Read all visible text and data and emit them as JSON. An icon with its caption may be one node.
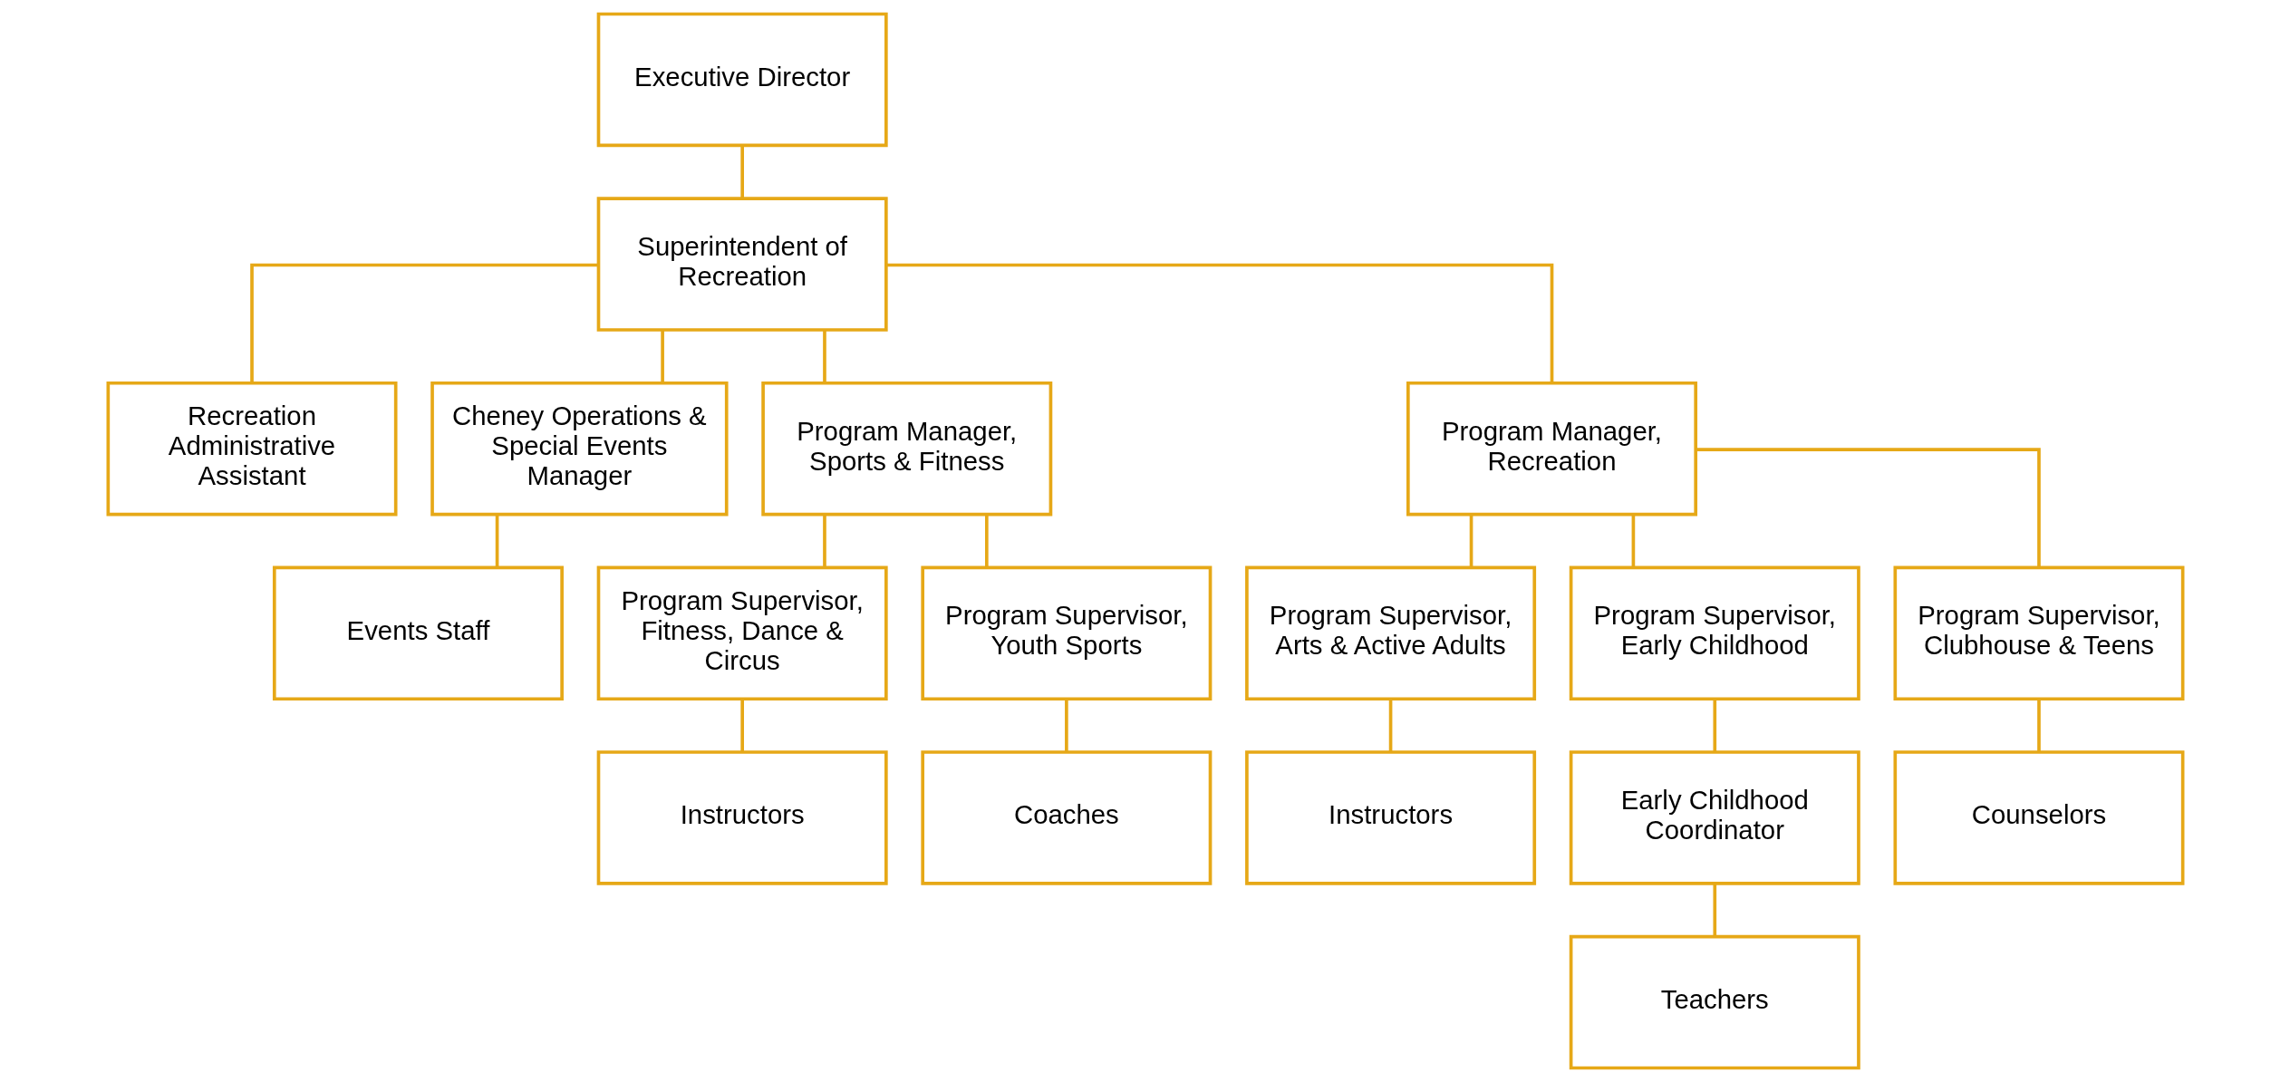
{
  "diagram": {
    "nodes": [
      {
        "text": [
          "Executive Director"
        ]
      },
      {
        "text": [
          "Superintendent of Recreation"
        ]
      },
      {
        "text": [
          "Recreation Administrative Assistant"
        ]
      },
      {
        "text": [
          "Cheney Operations & Special Events Manager"
        ]
      },
      {
        "text": [
          "Program Manager, Sports & Fitness"
        ]
      },
      {
        "text": [
          "Program Manager, Recreation"
        ]
      },
      {
        "text": [
          "Events Staff"
        ]
      },
      {
        "text": [
          "Program Supervisor, Fitness, Dance & Circus"
        ]
      },
      {
        "text": [
          "Program Supervisor, Youth Sports"
        ]
      },
      {
        "text": [
          "Program Supervisor, Arts & Active Adults"
        ]
      },
      {
        "text": [
          "Program Supervisor, Early Childhood"
        ]
      },
      {
        "text": [
          "Program Supervisor, Clubhouse & Teens"
        ]
      },
      {
        "text": [
          "Instructors"
        ]
      },
      {
        "text": [
          "Coaches"
        ]
      },
      {
        "text": [
          "Instructors"
        ]
      },
      {
        "text": [
          "Early Childhood Coordinator"
        ]
      },
      {
        "text": [
          "Counselors"
        ]
      },
      {
        "text": [
          "Teachers"
        ]
      }
    ],
    "edges": [
      {
        "from": 0,
        "to": 1,
        "arrow": "none"
      },
      {
        "from": 1,
        "to": 2,
        "arrow": "none"
      },
      {
        "from": 1,
        "to": 3,
        "arrow": "none"
      },
      {
        "from": 1,
        "to": 4,
        "arrow": "none"
      },
      {
        "from": 1,
        "to": 5,
        "arrow": "none"
      },
      {
        "from": 3,
        "to": 6,
        "arrow": "none"
      },
      {
        "from": 4,
        "to": 7,
        "arrow": "none"
      },
      {
        "from": 4,
        "to": 8,
        "arrow": "none"
      },
      {
        "from": 5,
        "to": 9,
        "arrow": "none"
      },
      {
        "from": 5,
        "to": 10,
        "arrow": "none"
      },
      {
        "from": 5,
        "to": 11,
        "arrow": "none"
      },
      {
        "from": 7,
        "to": 12,
        "arrow": "none"
      },
      {
        "from": 8,
        "to": 13,
        "arrow": "none"
      },
      {
        "from": 9,
        "to": 14,
        "arrow": "none"
      },
      {
        "from": 10,
        "to": 15,
        "arrow": "none"
      },
      {
        "from": 11,
        "to": 16,
        "arrow": "none"
      },
      {
        "from": 15,
        "to": 17,
        "arrow": "none"
      }
    ]
  }
}
